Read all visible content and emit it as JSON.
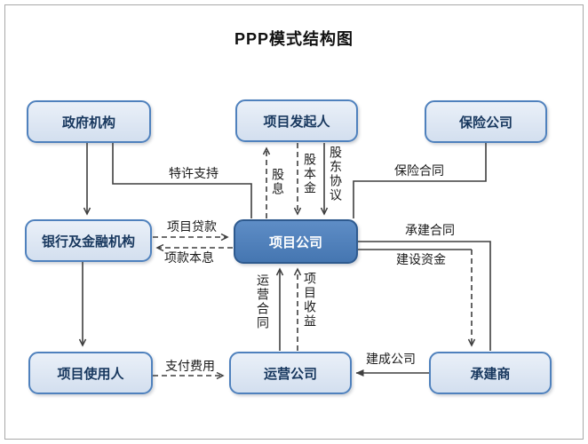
{
  "title": "PPP模式结构图",
  "colors": {
    "node_fill": "#dbe5f1",
    "node_border": "#4f81bd",
    "node_text": "#17375e",
    "center_fill": "#4f81bd",
    "center_border": "#2e5a8f",
    "center_text": "#ffffff",
    "line": "#3f3f3f",
    "frame_border": "#a9a9a9"
  },
  "nodes": {
    "government": {
      "label": "政府机构"
    },
    "sponsor": {
      "label": "项目发起人"
    },
    "insurance": {
      "label": "保险公司"
    },
    "bank": {
      "label": "银行及金融机构"
    },
    "project_company": {
      "label": "项目公司"
    },
    "project_user": {
      "label": "项目使用人"
    },
    "operator": {
      "label": "运营公司"
    },
    "contractor": {
      "label": "承建商"
    }
  },
  "edge_labels": {
    "franchise_support": "特许支持",
    "dividend": "股息",
    "equity_capital": "股本金",
    "shareholder_agreement": "股东协议",
    "insurance_contract": "保险合同",
    "project_loan": "项目贷款",
    "loan_principal_interest": "项款本息",
    "construction_contract": "承建合同",
    "construction_funds": "建设资金",
    "operating_contract": "运营合同",
    "project_revenue": "项目收益",
    "payment_fee": "支付费用",
    "completed_company": "建成公司"
  }
}
